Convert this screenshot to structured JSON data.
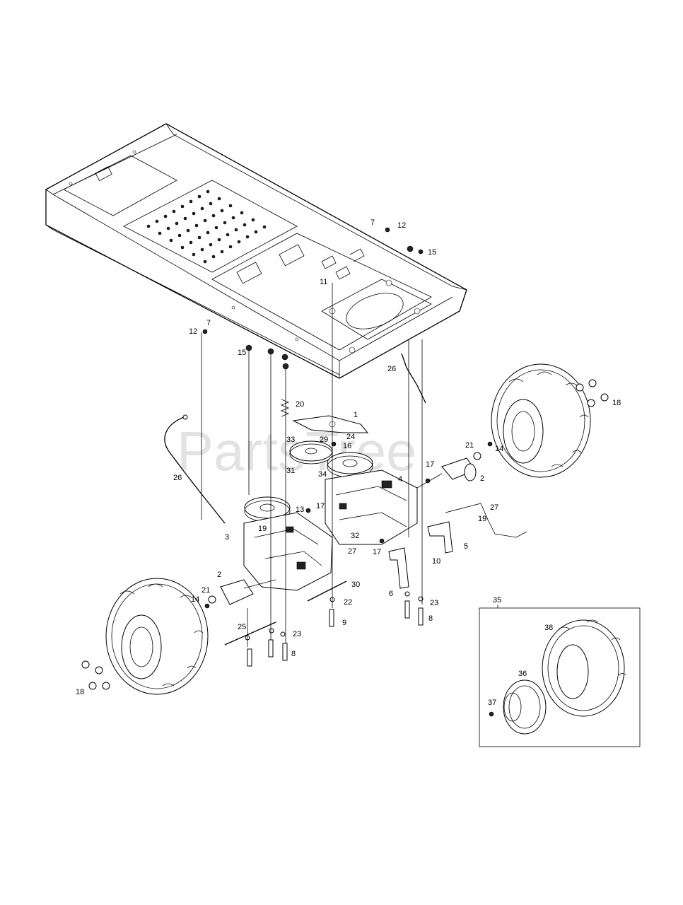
{
  "watermark": "PartsTree",
  "inset_label": "35",
  "callouts": [
    {
      "text": "7"
    },
    {
      "text": "12"
    },
    {
      "text": "15"
    },
    {
      "text": "11"
    },
    {
      "text": "7"
    },
    {
      "text": "12"
    },
    {
      "text": "15"
    },
    {
      "text": "26"
    },
    {
      "text": "18"
    },
    {
      "text": "20"
    },
    {
      "text": "1"
    },
    {
      "text": "24"
    },
    {
      "text": "29"
    },
    {
      "text": "33"
    },
    {
      "text": "16"
    },
    {
      "text": "21"
    },
    {
      "text": "14"
    },
    {
      "text": "31"
    },
    {
      "text": "34"
    },
    {
      "text": "17"
    },
    {
      "text": "2"
    },
    {
      "text": "26"
    },
    {
      "text": "4"
    },
    {
      "text": "13"
    },
    {
      "text": "17"
    },
    {
      "text": "27"
    },
    {
      "text": "19"
    },
    {
      "text": "3"
    },
    {
      "text": "19"
    },
    {
      "text": "32"
    },
    {
      "text": "5"
    },
    {
      "text": "27"
    },
    {
      "text": "17"
    },
    {
      "text": "10"
    },
    {
      "text": "2"
    },
    {
      "text": "21"
    },
    {
      "text": "30"
    },
    {
      "text": "6"
    },
    {
      "text": "14"
    },
    {
      "text": "22"
    },
    {
      "text": "23"
    },
    {
      "text": "9"
    },
    {
      "text": "8"
    },
    {
      "text": "25"
    },
    {
      "text": "23"
    },
    {
      "text": "8"
    },
    {
      "text": "18"
    },
    {
      "text": "38"
    },
    {
      "text": "36"
    },
    {
      "text": "37"
    }
  ]
}
